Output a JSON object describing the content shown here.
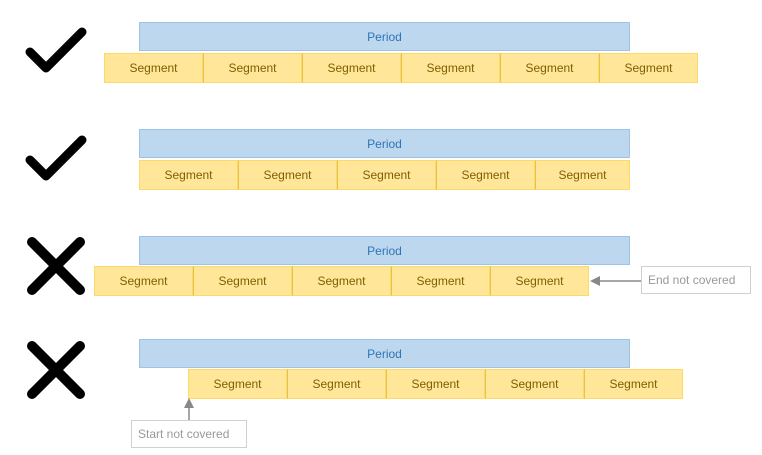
{
  "rows": [
    {
      "status": "check-icon",
      "period_label": "Period",
      "segments": [
        "Segment",
        "Segment",
        "Segment",
        "Segment",
        "Segment",
        "Segment"
      ]
    },
    {
      "status": "check-icon",
      "period_label": "Period",
      "segments": [
        "Segment",
        "Segment",
        "Segment",
        "Segment",
        "Segment"
      ]
    },
    {
      "status": "cross-icon",
      "period_label": "Period",
      "segments": [
        "Segment",
        "Segment",
        "Segment",
        "Segment",
        "Segment"
      ],
      "note": "End not covered"
    },
    {
      "status": "cross-icon",
      "period_label": "Period",
      "segments": [
        "Segment",
        "Segment",
        "Segment",
        "Segment",
        "Segment"
      ],
      "note": "Start not covered"
    }
  ],
  "colors": {
    "period_fill": "#bdd7ee",
    "segment_fill": "#ffe699",
    "mark": "#000000"
  }
}
